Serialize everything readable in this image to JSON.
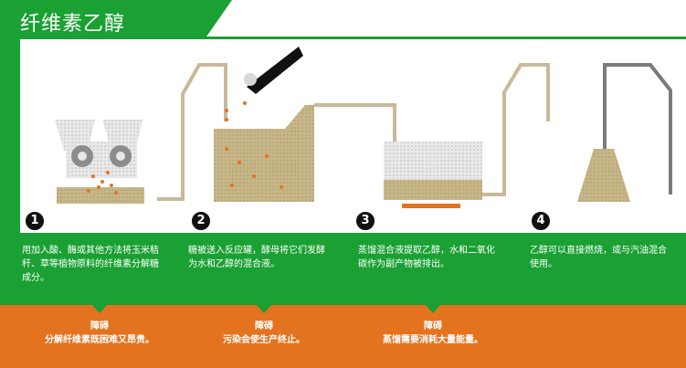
{
  "title": "纤维素乙醇",
  "steps": [
    {
      "number": "1",
      "text": "用加入酸、酶或其他方法将玉米秸秆、草等植物原料的纤维素分解糖成分。"
    },
    {
      "number": "2",
      "text": "糖被送入反应罐，酵母将它们发酵为水和乙醇的混合液。"
    },
    {
      "number": "3",
      "text": "蒸馏混合液提取乙醇，水和二氧化碳作为副产物被排出。"
    },
    {
      "number": "4",
      "text": "乙醇可以直接燃烧，或与汽油混合使用。"
    }
  ],
  "barriers": [
    {
      "heading": "障碍",
      "text": "分解纤维素既困难又昂贵。"
    },
    {
      "heading": "障碍",
      "text": "污染会使生产终止。"
    },
    {
      "heading": "障碍",
      "text": "蒸馏需要消耗大量能量。"
    }
  ],
  "colors": {
    "green": "#1aa033",
    "orange": "#e3731f",
    "tan": "#c6b586",
    "pipe": "#c9b99a"
  }
}
